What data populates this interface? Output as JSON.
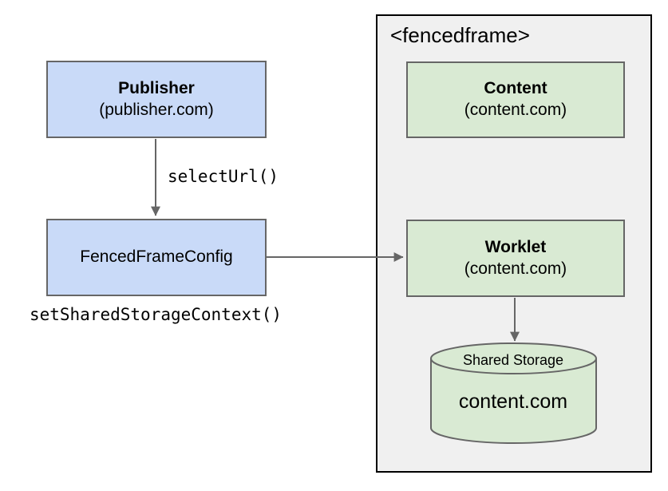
{
  "colors": {
    "canvas_bg": "#ffffff",
    "blue_fill": "#c9daf8",
    "green_fill": "#d9ead3",
    "frame_fill": "#f0f0f0",
    "box_border": "#666666",
    "frame_border": "#000000",
    "arrow": "#666666",
    "text": "#000000"
  },
  "publisher": {
    "title": "Publisher",
    "subtitle": "(publisher.com)"
  },
  "fenced_frame_config": {
    "title": "FencedFrameConfig"
  },
  "annotations": {
    "select_url": "selectUrl()",
    "set_shared_storage_context": "setSharedStorageContext()"
  },
  "fencedframe": {
    "title": "<fencedframe>",
    "content": {
      "title": "Content",
      "subtitle": "(content.com)"
    },
    "worklet": {
      "title": "Worklet",
      "subtitle": "(content.com)"
    },
    "shared_storage": {
      "label": "Shared Storage",
      "origin": "content.com"
    }
  }
}
